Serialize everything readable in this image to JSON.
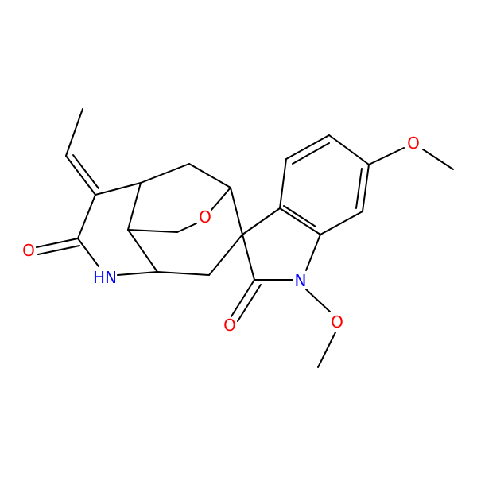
{
  "colors": {
    "bond": "#000000",
    "oxygen": "#ff0000",
    "nitrogen": "#0000ff",
    "background": "#ffffff"
  },
  "atoms": {
    "o_ether": "O",
    "o_lactam": "O",
    "nh_lactam": "HN",
    "o_oxindole": "O",
    "n_oxindole": "N",
    "o_n_methoxy": "O",
    "o_aryl_methoxy": "O"
  }
}
